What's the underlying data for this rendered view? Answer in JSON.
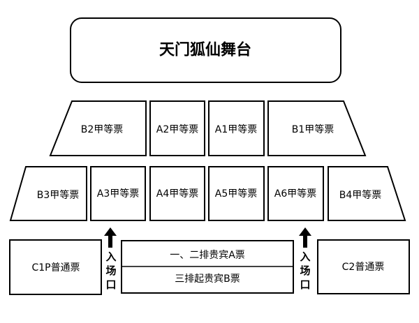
{
  "stage": {
    "title": "天门狐仙舞台"
  },
  "rows": {
    "row1": {
      "b2": "B2甲等票",
      "a2": "A2甲等票",
      "a1": "A1甲等票",
      "b1": "B1甲等票"
    },
    "row2": {
      "b3": "B3甲等票",
      "a3": "A3甲等票",
      "a4": "A4甲等票",
      "a5": "A5甲等票",
      "a6": "A6甲等票",
      "b4": "B4甲等票"
    }
  },
  "front": {
    "c1": "C1P普通票",
    "c2": "C2普通票",
    "vip_top": "一、二排贵宾A票",
    "vip_bottom": "三排起贵宾B票"
  },
  "entrance": {
    "chars": [
      "入",
      "场",
      "口"
    ]
  }
}
